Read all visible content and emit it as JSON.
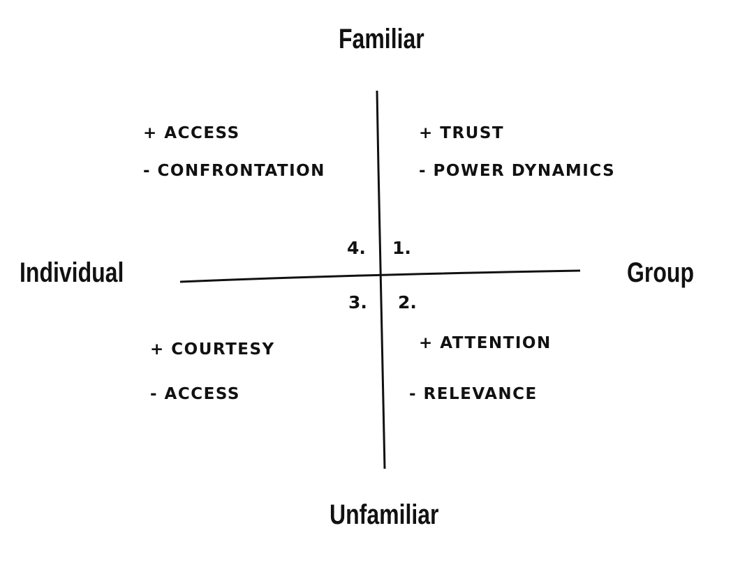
{
  "axes": {
    "top": "Familiar",
    "bottom": "Unfamiliar",
    "left": "Individual",
    "right": "Group"
  },
  "quadrants": [
    {
      "number": "1.",
      "pro": "+ TRUST",
      "con": "- POWER DYNAMICS"
    },
    {
      "number": "2.",
      "pro": "+ ATTENTION",
      "con": "- RELEVANCE"
    },
    {
      "number": "3.",
      "pro": "+ COURTESY",
      "con": "- ACCESS"
    },
    {
      "number": "4.",
      "pro": "+ ACCESS",
      "con": "- CONFRONTATION"
    }
  ]
}
